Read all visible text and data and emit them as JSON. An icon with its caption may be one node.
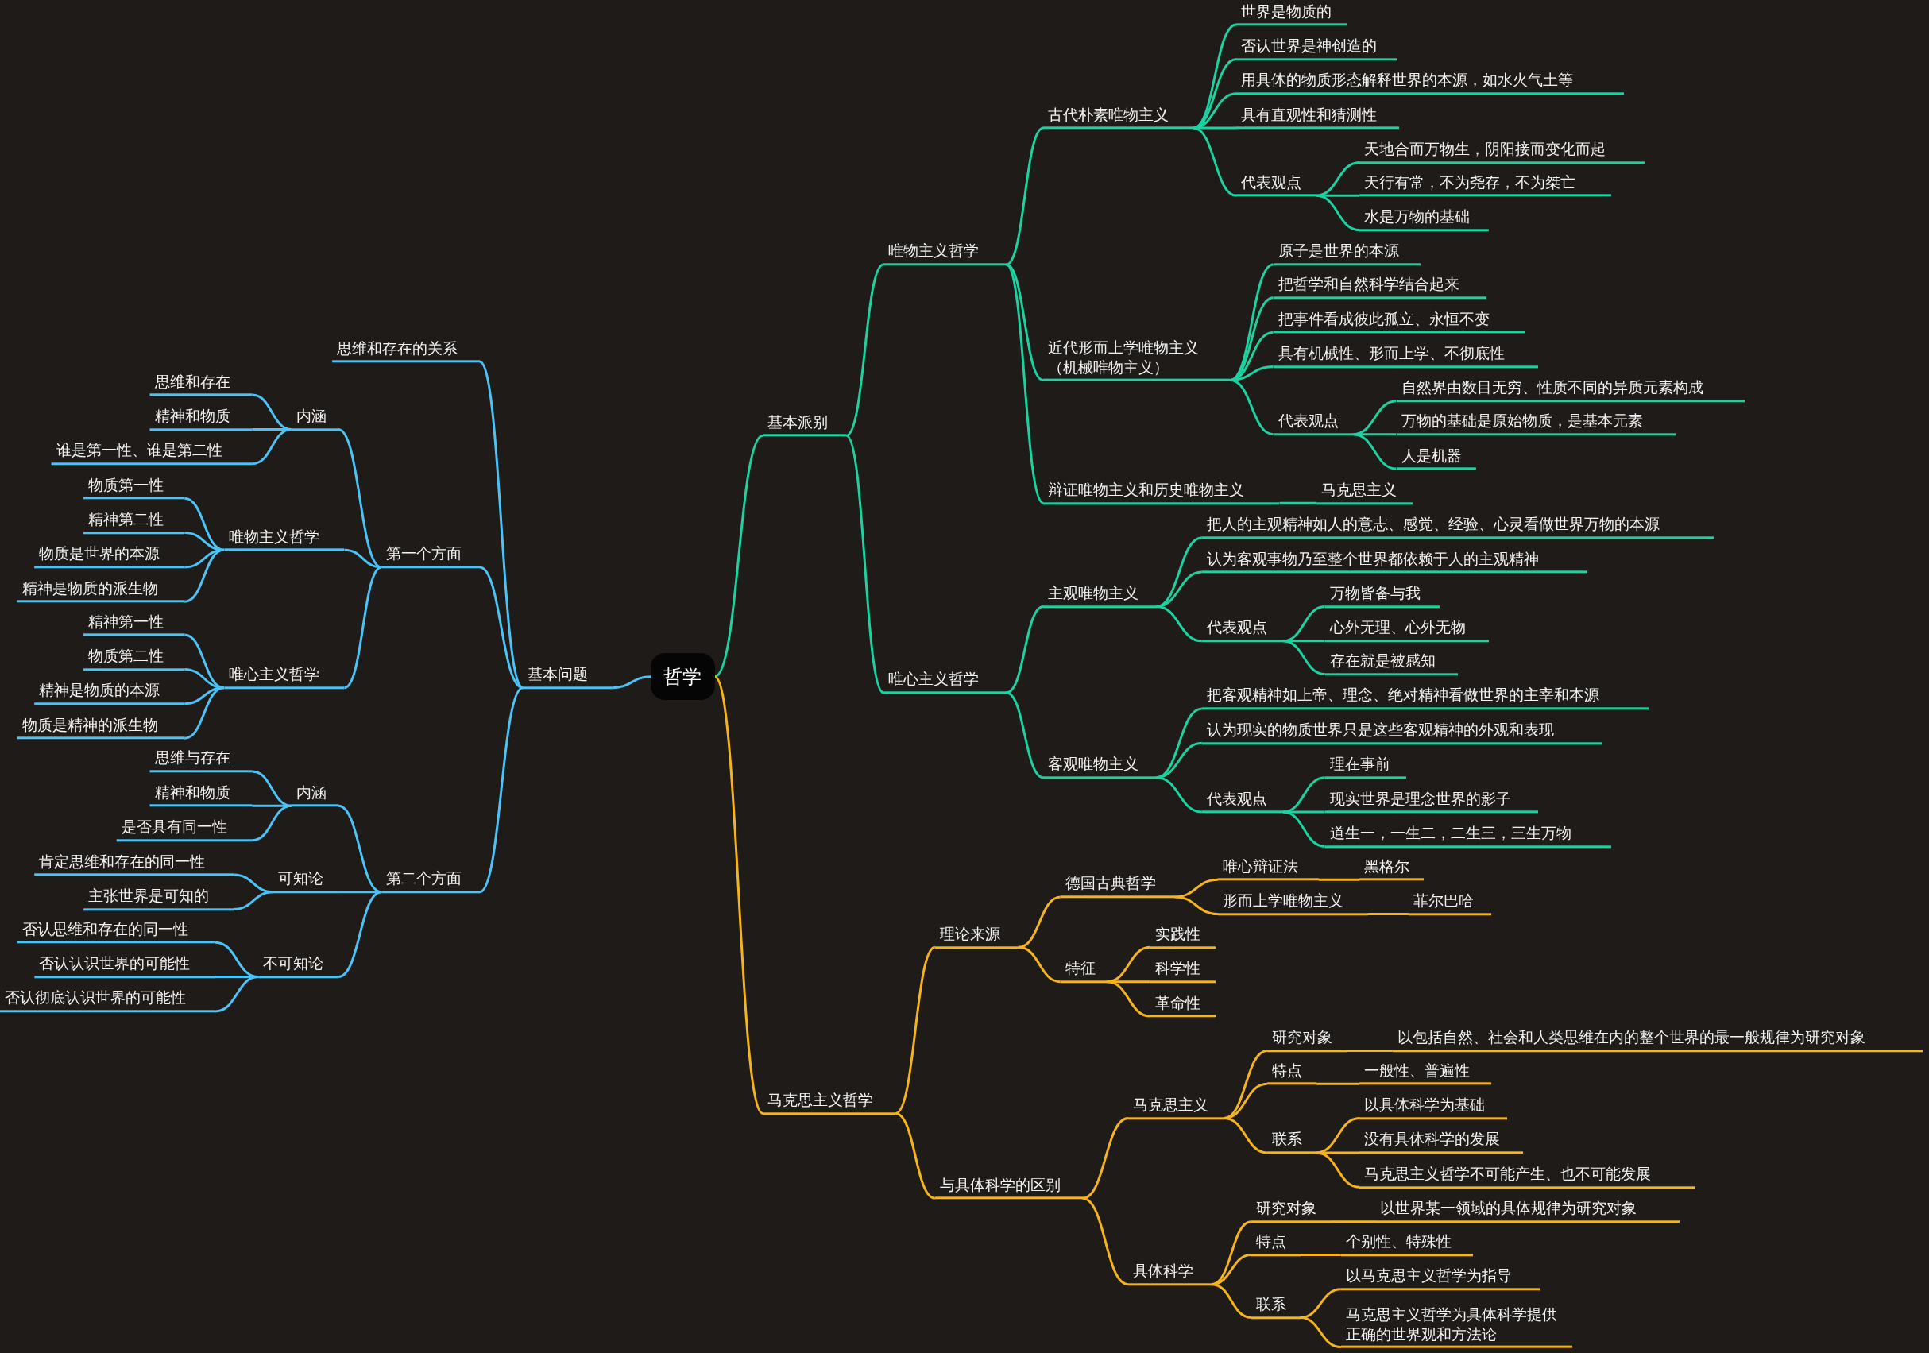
{
  "diagram": {
    "nodes": [
      {
        "text": [
          "哲学"
        ]
      },
      {
        "text": [
          "基本派别"
        ]
      },
      {
        "text": [
          "唯物主义哲学"
        ]
      },
      {
        "text": [
          "古代朴素唯物主义"
        ]
      },
      {
        "text": [
          "世界是物质的"
        ]
      },
      {
        "text": [
          "否认世界是神创造的"
        ]
      },
      {
        "text": [
          "用具体的物质形态解释世界的本源，如水火气土等"
        ]
      },
      {
        "text": [
          "具有直观性和猜测性"
        ]
      },
      {
        "text": [
          "代表观点"
        ]
      },
      {
        "text": [
          "天地合而万物生，阴阳接而变化而起"
        ]
      },
      {
        "text": [
          "天行有常，不为尧存，不为桀亡"
        ]
      },
      {
        "text": [
          "水是万物的基础"
        ]
      },
      {
        "text": [
          "近代形而上学唯物主义（机械唯物主义）"
        ]
      },
      {
        "text": [
          "原子是世界的本源"
        ]
      },
      {
        "text": [
          "把哲学和自然科学结合起来"
        ]
      },
      {
        "text": [
          "把事件看成彼此孤立、永恒不变"
        ]
      },
      {
        "text": [
          "具有机械性、形而上学、不彻底性"
        ]
      },
      {
        "text": [
          "代表观点"
        ]
      },
      {
        "text": [
          "自然界由数目无穷、性质不同的异质元素构成"
        ]
      },
      {
        "text": [
          "万物的基础是原始物质，是基本元素"
        ]
      },
      {
        "text": [
          "人是机器"
        ]
      },
      {
        "text": [
          "辩证唯物主义和历史唯物主义"
        ]
      },
      {
        "text": [
          "马克思主义"
        ]
      },
      {
        "text": [
          "唯心主义哲学"
        ]
      },
      {
        "text": [
          "主观唯物主义"
        ]
      },
      {
        "text": [
          "把人的主观精神如人的意志、感觉、经验、心灵看做世界万物的本源"
        ]
      },
      {
        "text": [
          "认为客观事物乃至整个世界都依赖于人的主观精神"
        ]
      },
      {
        "text": [
          "代表观点"
        ]
      },
      {
        "text": [
          "万物皆备与我"
        ]
      },
      {
        "text": [
          "心外无理、心外无物"
        ]
      },
      {
        "text": [
          "存在就是被感知"
        ]
      },
      {
        "text": [
          "客观唯物主义"
        ]
      },
      {
        "text": [
          "把客观精神如上帝、理念、绝对精神看做世界的主宰和本源"
        ]
      },
      {
        "text": [
          "认为现实的物质世界只是这些客观精神的外观和表现"
        ]
      },
      {
        "text": [
          "代表观点"
        ]
      },
      {
        "text": [
          "理在事前"
        ]
      },
      {
        "text": [
          "现实世界是理念世界的影子"
        ]
      },
      {
        "text": [
          "道生一，一生二，二生三，三生万物"
        ]
      },
      {
        "text": [
          "马克思主义哲学"
        ]
      },
      {
        "text": [
          "理论来源"
        ]
      },
      {
        "text": [
          "德国古典哲学"
        ]
      },
      {
        "text": [
          "唯心辩证法"
        ]
      },
      {
        "text": [
          "黑格尔"
        ]
      },
      {
        "text": [
          "形而上学唯物主义"
        ]
      },
      {
        "text": [
          "菲尔巴哈"
        ]
      },
      {
        "text": [
          "特征"
        ]
      },
      {
        "text": [
          "实践性"
        ]
      },
      {
        "text": [
          "科学性"
        ]
      },
      {
        "text": [
          "革命性"
        ]
      },
      {
        "text": [
          "与具体科学的区别"
        ]
      },
      {
        "text": [
          "马克思主义"
        ]
      },
      {
        "text": [
          "研究对象"
        ]
      },
      {
        "text": [
          "以包括自然、社会和人类思维在内的整个世界的最一般规律为研究对象"
        ]
      },
      {
        "text": [
          "特点"
        ]
      },
      {
        "text": [
          "一般性、普遍性"
        ]
      },
      {
        "text": [
          "联系"
        ]
      },
      {
        "text": [
          "以具体科学为基础"
        ]
      },
      {
        "text": [
          "没有具体科学的发展"
        ]
      },
      {
        "text": [
          "马克思主义哲学不可能产生、也不可能发展"
        ]
      },
      {
        "text": [
          "具体科学"
        ]
      },
      {
        "text": [
          "研究对象"
        ]
      },
      {
        "text": [
          "以世界某一领域的具体规律为研究对象"
        ]
      },
      {
        "text": [
          "特点"
        ]
      },
      {
        "text": [
          "个别性、特殊性"
        ]
      },
      {
        "text": [
          "联系"
        ]
      },
      {
        "text": [
          "以马克思主义哲学为指导"
        ]
      },
      {
        "text": [
          "马克思主义哲学为具体科学提供正确的世界观和方法论"
        ]
      },
      {
        "text": [
          "基本问题"
        ]
      },
      {
        "text": [
          "思维和存在的关系"
        ]
      },
      {
        "text": [
          "第一个方面"
        ]
      },
      {
        "text": [
          "内涵"
        ]
      },
      {
        "text": [
          "思维和存在"
        ]
      },
      {
        "text": [
          "精神和物质"
        ]
      },
      {
        "text": [
          "谁是第一性、谁是第二性"
        ]
      },
      {
        "text": [
          "唯物主义哲学"
        ]
      },
      {
        "text": [
          "物质第一性"
        ]
      },
      {
        "text": [
          "精神第二性"
        ]
      },
      {
        "text": [
          "物质是世界的本源"
        ]
      },
      {
        "text": [
          "精神是物质的派生物"
        ]
      },
      {
        "text": [
          "唯心主义哲学"
        ]
      },
      {
        "text": [
          "精神第一性"
        ]
      },
      {
        "text": [
          "物质第二性"
        ]
      },
      {
        "text": [
          "精神是物质的本源"
        ]
      },
      {
        "text": [
          "物质是精神的派生物"
        ]
      },
      {
        "text": [
          "第二个方面"
        ]
      },
      {
        "text": [
          "内涵"
        ]
      },
      {
        "text": [
          "思维与存在"
        ]
      },
      {
        "text": [
          "精神和物质"
        ]
      },
      {
        "text": [
          "是否具有同一性"
        ]
      },
      {
        "text": [
          "可知论"
        ]
      },
      {
        "text": [
          "肯定思维和存在的同一性"
        ]
      },
      {
        "text": [
          "主张世界是可知的"
        ]
      },
      {
        "text": [
          "不可知论"
        ]
      },
      {
        "text": [
          "否认思维和存在的同一性"
        ]
      },
      {
        "text": [
          "否认认识世界的可能性"
        ]
      },
      {
        "text": [
          "否认彻底认识世界的可能性"
        ]
      }
    ],
    "edges": [
      {
        "from": 0,
        "to": 1,
        "arrow": "none"
      },
      {
        "from": 1,
        "to": 2,
        "arrow": "none"
      },
      {
        "from": 2,
        "to": 3,
        "arrow": "none"
      },
      {
        "from": 3,
        "to": 4,
        "arrow": "none"
      },
      {
        "from": 3,
        "to": 5,
        "arrow": "none"
      },
      {
        "from": 3,
        "to": 6,
        "arrow": "none"
      },
      {
        "from": 3,
        "to": 7,
        "arrow": "none"
      },
      {
        "from": 3,
        "to": 8,
        "arrow": "none"
      },
      {
        "from": 8,
        "to": 9,
        "arrow": "none"
      },
      {
        "from": 8,
        "to": 10,
        "arrow": "none"
      },
      {
        "from": 8,
        "to": 11,
        "arrow": "none"
      },
      {
        "from": 2,
        "to": 12,
        "arrow": "none"
      },
      {
        "from": 12,
        "to": 13,
        "arrow": "none"
      },
      {
        "from": 12,
        "to": 14,
        "arrow": "none"
      },
      {
        "from": 12,
        "to": 15,
        "arrow": "none"
      },
      {
        "from": 12,
        "to": 16,
        "arrow": "none"
      },
      {
        "from": 12,
        "to": 17,
        "arrow": "none"
      },
      {
        "from": 17,
        "to": 18,
        "arrow": "none"
      },
      {
        "from": 17,
        "to": 19,
        "arrow": "none"
      },
      {
        "from": 17,
        "to": 20,
        "arrow": "none"
      },
      {
        "from": 2,
        "to": 21,
        "arrow": "none"
      },
      {
        "from": 21,
        "to": 22,
        "arrow": "none"
      },
      {
        "from": 1,
        "to": 23,
        "arrow": "none"
      },
      {
        "from": 23,
        "to": 24,
        "arrow": "none"
      },
      {
        "from": 24,
        "to": 25,
        "arrow": "none"
      },
      {
        "from": 24,
        "to": 26,
        "arrow": "none"
      },
      {
        "from": 24,
        "to": 27,
        "arrow": "none"
      },
      {
        "from": 27,
        "to": 28,
        "arrow": "none"
      },
      {
        "from": 27,
        "to": 29,
        "arrow": "none"
      },
      {
        "from": 27,
        "to": 30,
        "arrow": "none"
      },
      {
        "from": 23,
        "to": 31,
        "arrow": "none"
      },
      {
        "from": 31,
        "to": 32,
        "arrow": "none"
      },
      {
        "from": 31,
        "to": 33,
        "arrow": "none"
      },
      {
        "from": 31,
        "to": 34,
        "arrow": "none"
      },
      {
        "from": 34,
        "to": 35,
        "arrow": "none"
      },
      {
        "from": 34,
        "to": 36,
        "arrow": "none"
      },
      {
        "from": 34,
        "to": 37,
        "arrow": "none"
      },
      {
        "from": 0,
        "to": 38,
        "arrow": "none",
        "color": "#f5b41e"
      },
      {
        "from": 38,
        "to": 39,
        "arrow": "none",
        "color": "#f5b41e"
      },
      {
        "from": 39,
        "to": 40,
        "arrow": "none",
        "color": "#f5b41e"
      },
      {
        "from": 40,
        "to": 41,
        "arrow": "none",
        "color": "#f5b41e"
      },
      {
        "from": 41,
        "to": 42,
        "arrow": "none",
        "color": "#f5b41e"
      },
      {
        "from": 40,
        "to": 43,
        "arrow": "none",
        "color": "#f5b41e"
      },
      {
        "from": 43,
        "to": 44,
        "arrow": "none",
        "color": "#f5b41e"
      },
      {
        "from": 39,
        "to": 45,
        "arrow": "none",
        "color": "#f5b41e"
      },
      {
        "from": 45,
        "to": 46,
        "arrow": "none",
        "color": "#f5b41e"
      },
      {
        "from": 45,
        "to": 47,
        "arrow": "none",
        "color": "#f5b41e"
      },
      {
        "from": 45,
        "to": 48,
        "arrow": "none",
        "color": "#f5b41e"
      },
      {
        "from": 38,
        "to": 49,
        "arrow": "none",
        "color": "#f5b41e"
      },
      {
        "from": 49,
        "to": 50,
        "arrow": "none",
        "color": "#f5b41e"
      },
      {
        "from": 50,
        "to": 51,
        "arrow": "none",
        "color": "#f5b41e"
      },
      {
        "from": 51,
        "to": 52,
        "arrow": "none",
        "color": "#f5b41e"
      },
      {
        "from": 50,
        "to": 53,
        "arrow": "none",
        "color": "#f5b41e"
      },
      {
        "from": 53,
        "to": 54,
        "arrow": "none",
        "color": "#f5b41e"
      },
      {
        "from": 50,
        "to": 55,
        "arrow": "none",
        "color": "#f5b41e"
      },
      {
        "from": 55,
        "to": 56,
        "arrow": "none",
        "color": "#f5b41e"
      },
      {
        "from": 55,
        "to": 57,
        "arrow": "none",
        "color": "#f5b41e"
      },
      {
        "from": 55,
        "to": 58,
        "arrow": "none",
        "color": "#f5b41e"
      },
      {
        "from": 49,
        "to": 59,
        "arrow": "none",
        "color": "#f5b41e"
      },
      {
        "from": 59,
        "to": 60,
        "arrow": "none",
        "color": "#f5b41e"
      },
      {
        "from": 60,
        "to": 61,
        "arrow": "none",
        "color": "#f5b41e"
      },
      {
        "from": 59,
        "to": 62,
        "arrow": "none",
        "color": "#f5b41e"
      },
      {
        "from": 62,
        "to": 63,
        "arrow": "none",
        "color": "#f5b41e"
      },
      {
        "from": 59,
        "to": 64,
        "arrow": "none",
        "color": "#f5b41e"
      },
      {
        "from": 64,
        "to": 65,
        "arrow": "none",
        "color": "#f5b41e"
      },
      {
        "from": 64,
        "to": 66,
        "arrow": "none",
        "color": "#f5b41e"
      },
      {
        "from": 0,
        "to": 67,
        "arrow": "none",
        "color": "#4cc3f7"
      },
      {
        "from": 67,
        "to": 68,
        "arrow": "none",
        "color": "#4cc3f7"
      },
      {
        "from": 67,
        "to": 69,
        "arrow": "none",
        "color": "#4cc3f7"
      },
      {
        "from": 69,
        "to": 70,
        "arrow": "none",
        "color": "#4cc3f7"
      },
      {
        "from": 70,
        "to": 71,
        "arrow": "none",
        "color": "#4cc3f7"
      },
      {
        "from": 70,
        "to": 72,
        "arrow": "none",
        "color": "#4cc3f7"
      },
      {
        "from": 70,
        "to": 73,
        "arrow": "none",
        "color": "#4cc3f7"
      },
      {
        "from": 69,
        "to": 74,
        "arrow": "none",
        "color": "#4cc3f7"
      },
      {
        "from": 74,
        "to": 75,
        "arrow": "none",
        "color": "#4cc3f7"
      },
      {
        "from": 74,
        "to": 76,
        "arrow": "none",
        "color": "#4cc3f7"
      },
      {
        "from": 74,
        "to": 77,
        "arrow": "none",
        "color": "#4cc3f7"
      },
      {
        "from": 74,
        "to": 78,
        "arrow": "none",
        "color": "#4cc3f7"
      },
      {
        "from": 69,
        "to": 79,
        "arrow": "none",
        "color": "#4cc3f7"
      },
      {
        "from": 79,
        "to": 80,
        "arrow": "none",
        "color": "#4cc3f7"
      },
      {
        "from": 79,
        "to": 81,
        "arrow": "none",
        "color": "#4cc3f7"
      },
      {
        "from": 79,
        "to": 82,
        "arrow": "none",
        "color": "#4cc3f7"
      },
      {
        "from": 79,
        "to": 83,
        "arrow": "none",
        "color": "#4cc3f7"
      },
      {
        "from": 67,
        "to": 84,
        "arrow": "none",
        "color": "#4cc3f7"
      },
      {
        "from": 84,
        "to": 85,
        "arrow": "none",
        "color": "#4cc3f7"
      },
      {
        "from": 85,
        "to": 86,
        "arrow": "none",
        "color": "#4cc3f7"
      },
      {
        "from": 85,
        "to": 87,
        "arrow": "none",
        "color": "#4cc3f7"
      },
      {
        "from": 85,
        "to": 88,
        "arrow": "none",
        "color": "#4cc3f7"
      },
      {
        "from": 84,
        "to": 89,
        "arrow": "none",
        "color": "#4cc3f7"
      },
      {
        "from": 89,
        "to": 90,
        "arrow": "none",
        "color": "#4cc3f7"
      },
      {
        "from": 89,
        "to": 91,
        "arrow": "none",
        "color": "#4cc3f7"
      },
      {
        "from": 84,
        "to": 92,
        "arrow": "none",
        "color": "#4cc3f7"
      },
      {
        "from": 92,
        "to": 93,
        "arrow": "none",
        "color": "#4cc3f7"
      },
      {
        "from": 92,
        "to": 94,
        "arrow": "none",
        "color": "#4cc3f7"
      },
      {
        "from": 92,
        "to": 95,
        "arrow": "none",
        "color": "#4cc3f7"
      }
    ]
  }
}
